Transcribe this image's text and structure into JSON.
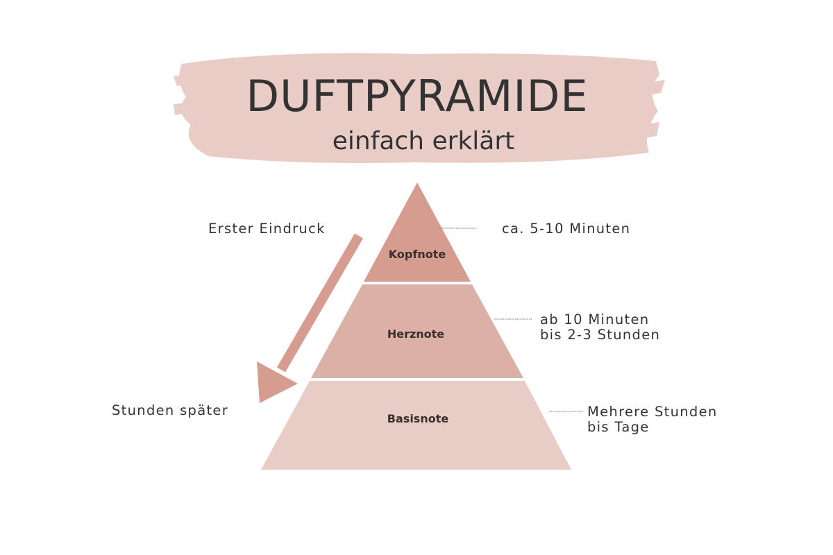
{
  "header": {
    "title": "DUFTPYRAMIDE",
    "subtitle": "einfach erklärt"
  },
  "pyramid": {
    "tiers": [
      {
        "label": "Kopfnote",
        "duration": [
          "ca. 5-10 Minuten"
        ],
        "color": "#d69c90"
      },
      {
        "label": "Herznote",
        "duration": [
          "ab 10 Minuten",
          "bis 2-3 Stunden"
        ],
        "color": "#dbb0a7"
      },
      {
        "label": "Basisnote",
        "duration": [
          "Mehrere Stunden",
          "bis Tage"
        ],
        "color": "#e8cdc6"
      }
    ]
  },
  "arrow": {
    "start_label": "Erster Eindruck",
    "end_label": "Stunden später",
    "color": "#d69c90"
  },
  "colors": {
    "brush": "#e8ccc5",
    "text": "#333333"
  }
}
